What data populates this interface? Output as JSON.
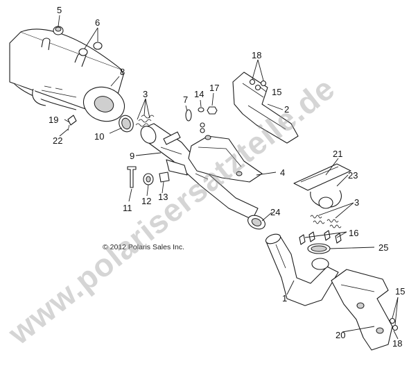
{
  "diagram": {
    "copyright": "© 2012 Polaris Sales Inc.",
    "watermark": "www.polarisersatzteile.de",
    "callouts": [
      {
        "id": "c1",
        "label": "1"
      },
      {
        "id": "c2",
        "label": "2"
      },
      {
        "id": "c3a",
        "label": "3"
      },
      {
        "id": "c3b",
        "label": "3"
      },
      {
        "id": "c4",
        "label": "4"
      },
      {
        "id": "c5",
        "label": "5"
      },
      {
        "id": "c6",
        "label": "6"
      },
      {
        "id": "c7",
        "label": "7"
      },
      {
        "id": "c8",
        "label": "8"
      },
      {
        "id": "c9",
        "label": "9"
      },
      {
        "id": "c10",
        "label": "10"
      },
      {
        "id": "c11",
        "label": "11"
      },
      {
        "id": "c12",
        "label": "12"
      },
      {
        "id": "c13",
        "label": "13"
      },
      {
        "id": "c14",
        "label": "14"
      },
      {
        "id": "c15a",
        "label": "15"
      },
      {
        "id": "c15b",
        "label": "15"
      },
      {
        "id": "c16",
        "label": "16"
      },
      {
        "id": "c17",
        "label": "17"
      },
      {
        "id": "c18a",
        "label": "18"
      },
      {
        "id": "c18b",
        "label": "18"
      },
      {
        "id": "c19",
        "label": "19"
      },
      {
        "id": "c20",
        "label": "20"
      },
      {
        "id": "c21",
        "label": "21"
      },
      {
        "id": "c22",
        "label": "22"
      },
      {
        "id": "c23",
        "label": "23"
      },
      {
        "id": "c24",
        "label": "24"
      },
      {
        "id": "c25",
        "label": "25"
      }
    ]
  }
}
